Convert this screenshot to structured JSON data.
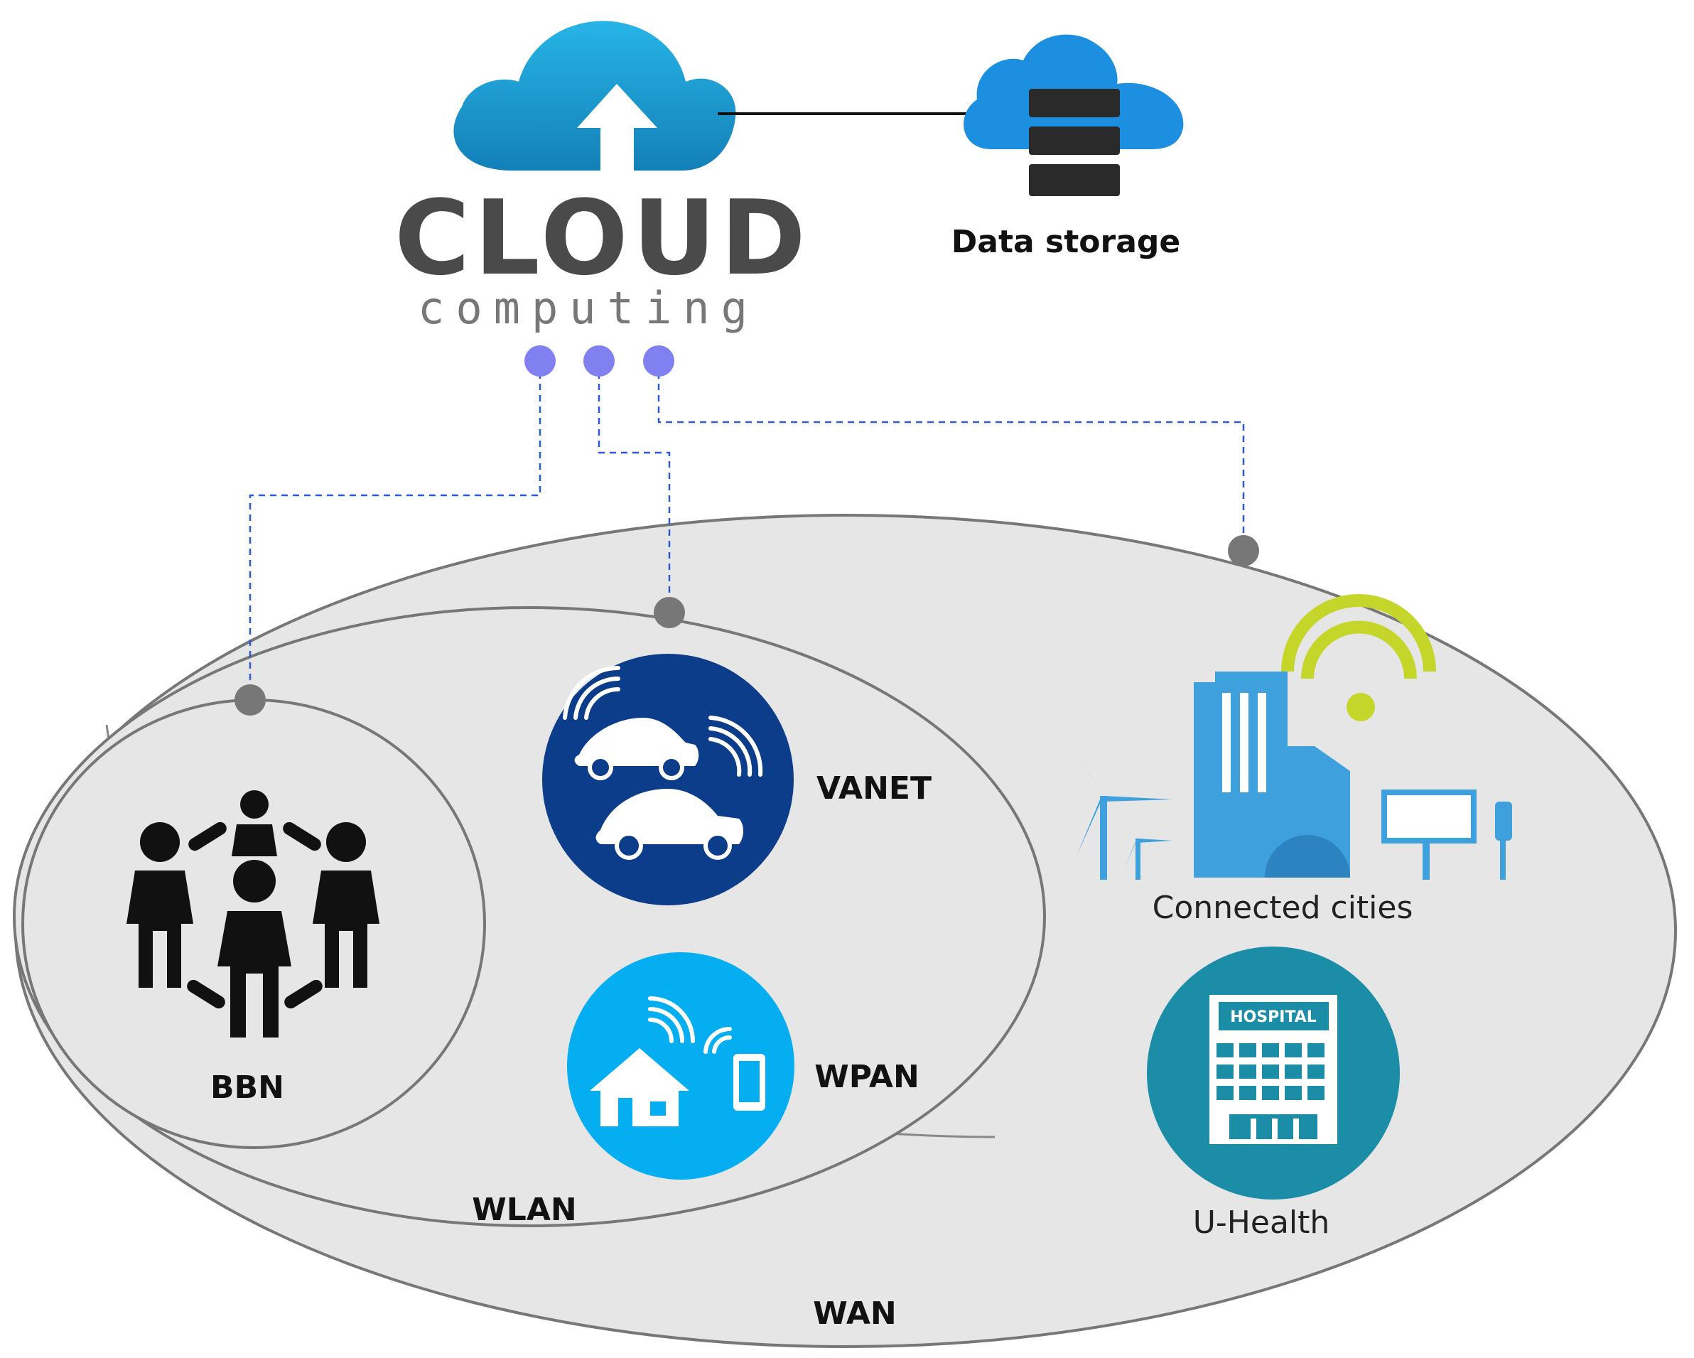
{
  "cloud": {
    "logo_word": "CLOUD",
    "logo_sub": "computing"
  },
  "storage": {
    "label": "Data storage"
  },
  "networks": {
    "wan": "WAN",
    "wlan": "WLAN",
    "bbn": "BBN",
    "vanet": "VANET",
    "wpan": "WPAN",
    "cities": "Connected cities",
    "health": "U-Health",
    "hospital_sign": "HOSPITAL"
  },
  "colors": {
    "cloud_blue": "#1a9bd0",
    "storage_blue": "#1c8fe0",
    "connector_dot": "#8080f0",
    "dashed_line": "#2a5bd6",
    "ellipse_fill": "#e6e6e6",
    "ellipse_stroke": "#777777",
    "vanet_bg": "#0b3d8a",
    "wpan_bg": "#04aef0",
    "health_bg": "#1b8da6",
    "wifi_green": "#c5d62a",
    "city_blue": "#3ea0dc"
  },
  "icons": [
    "cloud-upload-icon",
    "cloud-server-icon",
    "people-network-icon",
    "cars-icon",
    "smart-home-icon",
    "smart-city-icon",
    "hospital-icon"
  ]
}
